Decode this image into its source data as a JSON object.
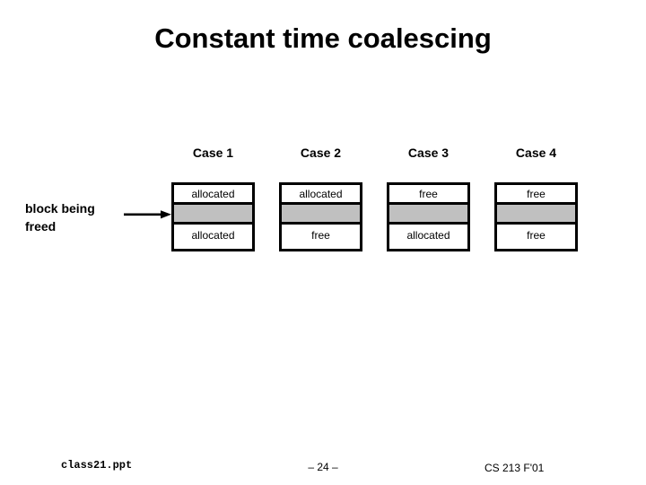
{
  "slide": {
    "title": "Constant time coalescing",
    "annotation": {
      "label_line1": "block being",
      "label_line2": "freed",
      "arrow_icon": "arrow-right-icon"
    },
    "columns": [
      {
        "header": "Case 1",
        "top": "allocated",
        "middle": "",
        "bottom": "allocated"
      },
      {
        "header": "Case 2",
        "top": "allocated",
        "middle": "",
        "bottom": "free"
      },
      {
        "header": "Case 3",
        "top": "free",
        "middle": "",
        "bottom": "allocated"
      },
      {
        "header": "Case 4",
        "top": "free",
        "middle": "",
        "bottom": "free"
      }
    ],
    "colors": {
      "freed_block_fill": "#c0c0c0",
      "border": "#000000",
      "background": "#ffffff",
      "text": "#000000"
    }
  },
  "footer": {
    "file": "class21.ppt",
    "page": "– 24 –",
    "course": "CS 213 F'01"
  }
}
